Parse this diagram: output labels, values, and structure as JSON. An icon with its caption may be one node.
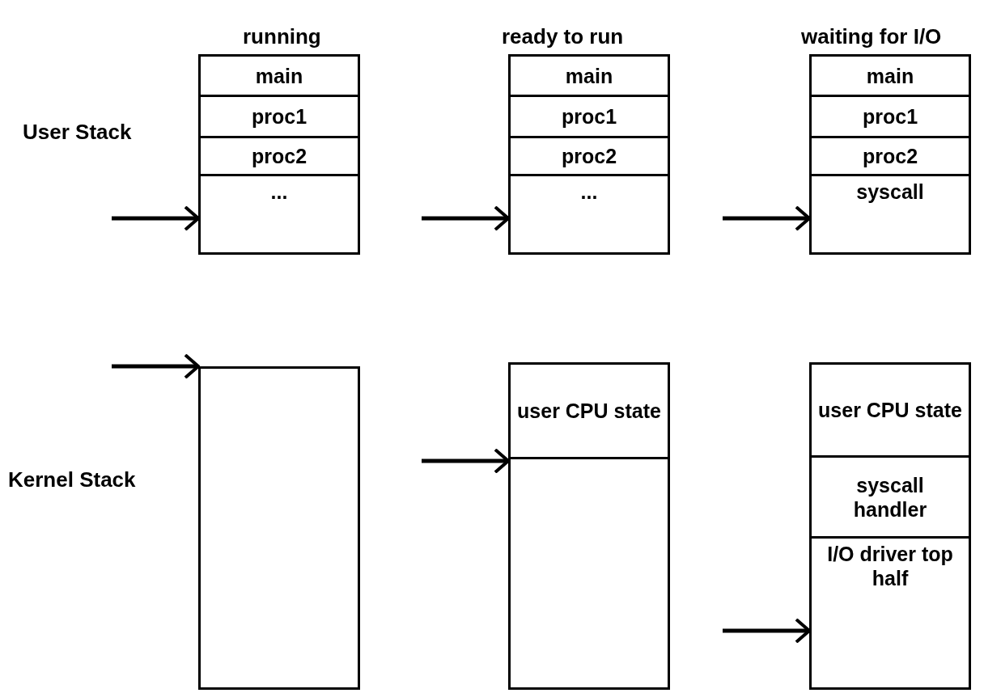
{
  "diagram": {
    "nodes": [
      {
        "text": [
          "main"
        ]
      },
      {
        "text": [
          "proc1"
        ]
      },
      {
        "text": [
          "proc2"
        ]
      },
      {
        "text": [
          "..."
        ]
      },
      {
        "text": [
          "main"
        ]
      },
      {
        "text": [
          "proc1"
        ]
      },
      {
        "text": [
          "proc2"
        ]
      },
      {
        "text": [
          "..."
        ]
      },
      {
        "text": [
          "main"
        ]
      },
      {
        "text": [
          "proc1"
        ]
      },
      {
        "text": [
          "proc2"
        ]
      },
      {
        "text": [
          "syscall"
        ]
      },
      {
        "text": [],
        "shape": "box"
      },
      {
        "text": [
          "user CPU state"
        ]
      },
      {
        "text": [],
        "shape": "box"
      },
      {
        "text": [
          "user CPU state"
        ]
      },
      {
        "text": [
          "syscall handler"
        ]
      },
      {
        "text": [
          "I/O driver top half"
        ]
      }
    ],
    "edges": [
      {
        "from": null,
        "to": 3,
        "arrow": "to"
      },
      {
        "from": null,
        "to": 7,
        "arrow": "to"
      },
      {
        "from": null,
        "to": 11,
        "arrow": "to"
      },
      {
        "from": null,
        "to": 12,
        "arrow": "to"
      },
      {
        "from": null,
        "to": 14,
        "arrow": "to"
      },
      {
        "from": null,
        "to": 17,
        "arrow": "to"
      }
    ],
    "labels": [
      "running",
      "ready to run",
      "waiting for I/O",
      "User Stack",
      "Kernel Stack"
    ]
  }
}
